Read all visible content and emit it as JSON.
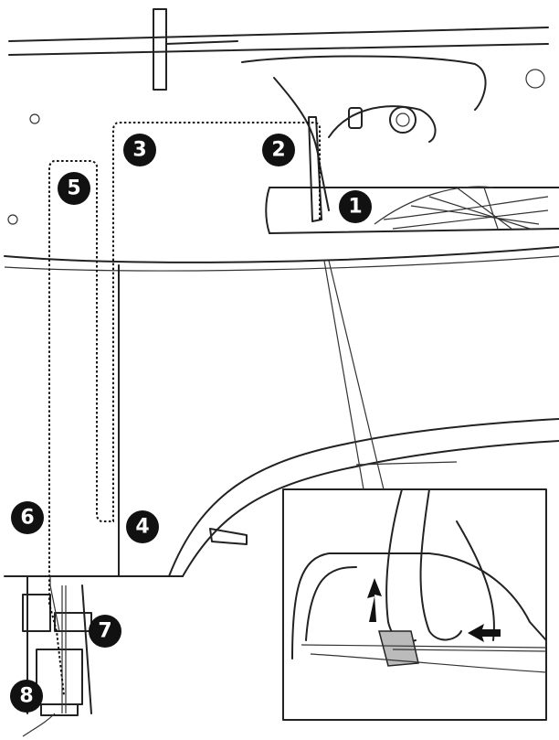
{
  "steps": [
    {
      "label": "1"
    },
    {
      "label": "2"
    },
    {
      "label": "3"
    },
    {
      "label": "4"
    },
    {
      "label": "5"
    },
    {
      "label": "6"
    },
    {
      "label": "7"
    },
    {
      "label": "8"
    }
  ],
  "colors": {
    "line": "#222222",
    "marker": "#111111",
    "marker_text": "#ffffff",
    "highlight": "#bbbbbb"
  }
}
